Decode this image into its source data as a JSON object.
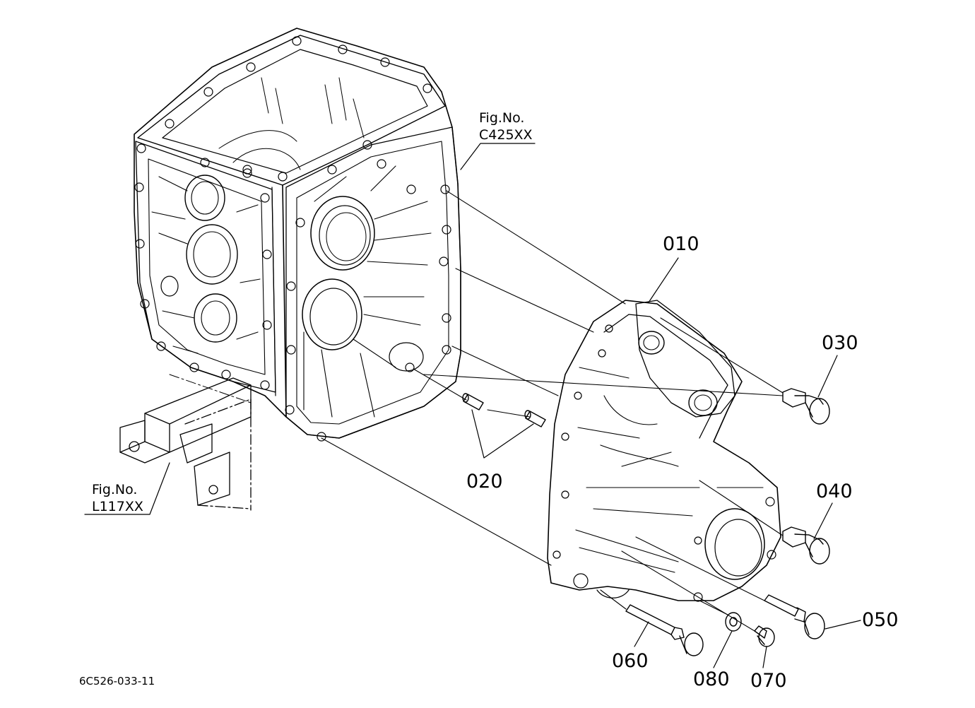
{
  "figure_refs": [
    {
      "id": "upper",
      "line1": "Fig.No.",
      "line2": "C425XX"
    },
    {
      "id": "lower",
      "line1": "Fig.No.",
      "line2": "L117XX"
    }
  ],
  "parts": [
    {
      "id": "p010",
      "number": "010"
    },
    {
      "id": "p020",
      "number": "020"
    },
    {
      "id": "p030",
      "number": "030"
    },
    {
      "id": "p040",
      "number": "040"
    },
    {
      "id": "p050",
      "number": "050"
    },
    {
      "id": "p060",
      "number": "060"
    },
    {
      "id": "p070",
      "number": "070"
    },
    {
      "id": "p080",
      "number": "080"
    }
  ],
  "drawing_code": "6C526-033-11",
  "colors": {
    "ink": "#000000",
    "paper": "#ffffff"
  }
}
